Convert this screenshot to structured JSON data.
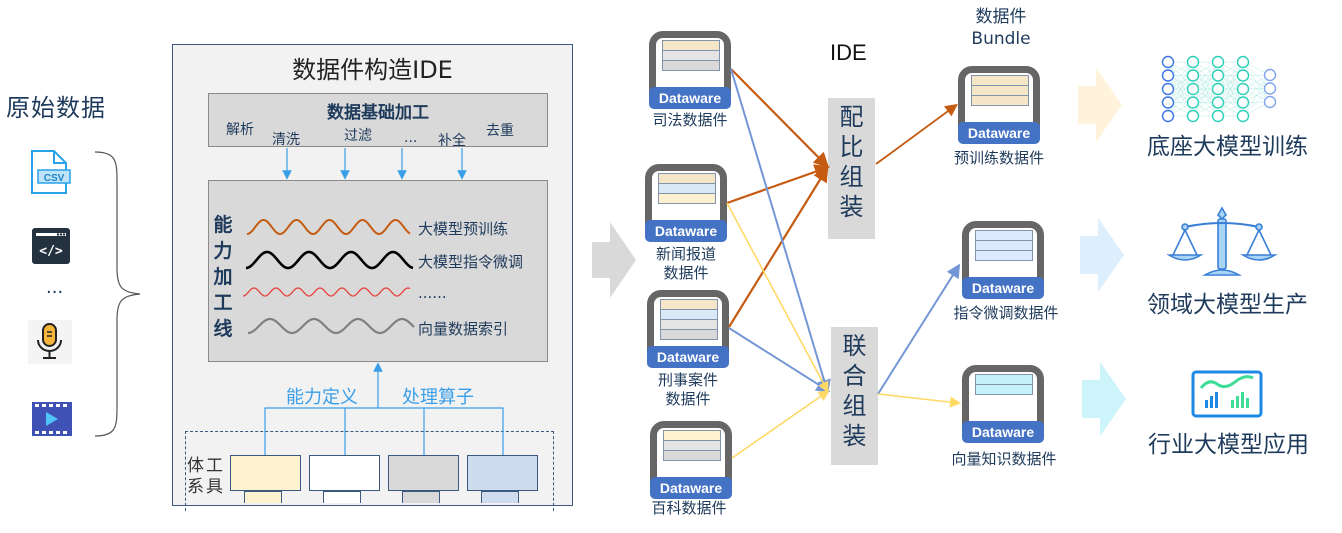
{
  "raw_data": {
    "title": "原始数据",
    "icons": [
      "csv-file-icon",
      "code-window-icon",
      "ellipsis-icon",
      "microphone-icon",
      "video-icon"
    ],
    "csv_text": "CSV",
    "code_text": "</>",
    "ellipsis": "···"
  },
  "ide_panel": {
    "title": "数据件构造IDE",
    "base_processing": {
      "title": "数据基础加工",
      "ops": [
        "解析",
        "清洗",
        "过滤",
        "...",
        "补全",
        "去重"
      ]
    },
    "capability_lines": {
      "vertical_label": [
        "能",
        "力",
        "加",
        "工",
        "线"
      ],
      "lines": [
        {
          "label": "大模型预训练",
          "color": "#c55a11"
        },
        {
          "label": "大模型指令微调",
          "color": "#000000"
        },
        {
          "label": "......",
          "color": "#e8403a"
        },
        {
          "label": "向量数据索引",
          "color": "#808080"
        }
      ]
    },
    "bottom_labels": [
      "能力定义",
      "处理算子"
    ],
    "tool_system": {
      "label_chars": [
        "体",
        "工",
        "系",
        "具"
      ],
      "box_colors": [
        "#fdf2d0",
        "#ffffff",
        "#d9d9d9",
        "#cfdcf0"
      ]
    }
  },
  "source_datawares": [
    {
      "badge": "Dataware",
      "label": [
        "司法数据件"
      ],
      "stripes": [
        "#f5e6c8",
        "#e4e4e4",
        "#d9d9d9"
      ]
    },
    {
      "badge": "Dataware",
      "label": [
        "新闻报道",
        "数据件"
      ],
      "stripes": [
        "#f5e6c8",
        "#dbe8f5",
        "#fdf2d0"
      ]
    },
    {
      "badge": "Dataware",
      "label": [
        "刑事案件",
        "数据件"
      ],
      "stripes": [
        "#f5e6c8",
        "#dbe8f5",
        "#e4e4e4",
        "#d9d9d9"
      ]
    },
    {
      "badge": "Dataware",
      "label": [
        "百科数据件"
      ],
      "stripes": [
        "#fdf2d0",
        "#e4e4e4",
        "#d9d9d9"
      ]
    }
  ],
  "ide_assembly": {
    "title": "IDE",
    "blocks": [
      {
        "chars": [
          "配",
          "比",
          "组",
          "装"
        ]
      },
      {
        "chars": [
          "联",
          "合",
          "组",
          "装"
        ]
      }
    ]
  },
  "bundle": {
    "title_line1": "数据件",
    "title_line2": "Bundle",
    "items": [
      {
        "badge": "Dataware",
        "label": "预训练数据件",
        "stripes": [
          "#f5e6c8",
          "#f5e6c8",
          "#f5e6c8"
        ]
      },
      {
        "badge": "Dataware",
        "label": "指令微调数据件",
        "stripes": [
          "#dbeafc",
          "#dbeafc",
          "#dbeafc"
        ]
      },
      {
        "badge": "Dataware",
        "label": "向量知识数据件",
        "stripes": [
          "#c5f1fb",
          "#c5f1fb"
        ]
      }
    ]
  },
  "applications": [
    {
      "label": "底座大模型训练",
      "icon": "neural-network-icon",
      "arrow_color": "#fff3dc"
    },
    {
      "label": "领域大模型生产",
      "icon": "scales-of-justice-icon",
      "arrow_color": "#ddeefc"
    },
    {
      "label": "行业大模型应用",
      "icon": "dashboard-chart-icon",
      "arrow_color": "#cdf3fb"
    }
  ],
  "colors": {
    "navy_text": "#1f3b5c",
    "dataware_badge": "#4472c4",
    "flow_orange": "#c55a11",
    "flow_blue": "#7397d6",
    "flow_yellow": "#ffd966",
    "arrow_blue": "#3a9ee8"
  }
}
